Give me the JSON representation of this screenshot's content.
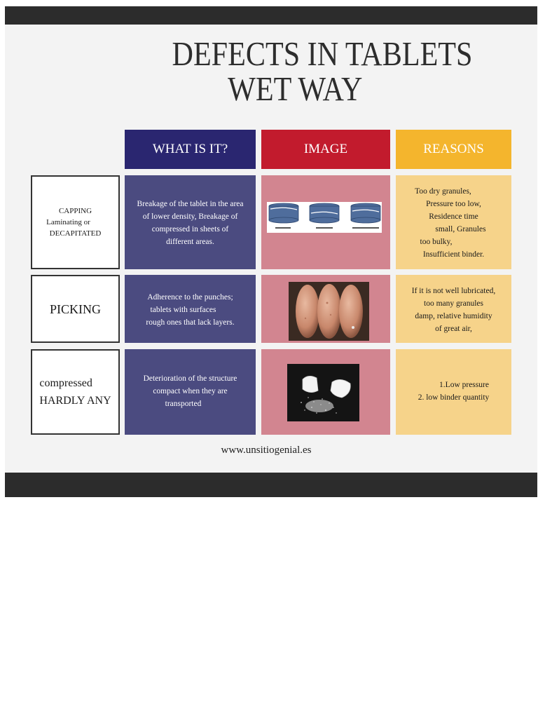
{
  "title": {
    "line1": "DEFECTS IN TABLETS",
    "line2": "WET WAY"
  },
  "headers": {
    "what": "WHAT IS IT?",
    "image": "IMAGE",
    "reasons": "REASONS"
  },
  "rows": [
    {
      "label": [
        "CAPPING",
        "Laminating or",
        "DECAPITATED"
      ],
      "what": [
        "Breakage of the tablet in the area",
        "of lower density, Breakage of",
        "compressed in sheets of",
        "different areas."
      ],
      "reasons": [
        "Too dry granules,",
        "Pressure too low,",
        "Residence time",
        "small, Granules",
        "too bulky,",
        "Insufficient binder."
      ]
    },
    {
      "label": [
        "PICKING"
      ],
      "what": [
        "Adherence to the punches;",
        "tablets with surfaces",
        "rough ones that lack layers."
      ],
      "reasons": [
        "If it is not well lubricated,",
        "too many granules",
        "damp, relative humidity",
        "of great air,"
      ]
    },
    {
      "label": [
        "compressed",
        "HARDLY ANY"
      ],
      "what": [
        "Deterioration of the structure",
        "compact when they are",
        "transported"
      ],
      "reasons": [
        "1.Low pressure",
        "2. low binder quantity"
      ]
    }
  ],
  "footer": "www.unsitiogenial.es",
  "colors": {
    "what_header": "#2a2670",
    "image_header": "#c21b2d",
    "reasons_header": "#f4b52d",
    "what_cell": "#4b4b80",
    "image_cell": "#d28590",
    "reasons_cell": "#f6d38a",
    "bars": "#2c2c2c"
  }
}
